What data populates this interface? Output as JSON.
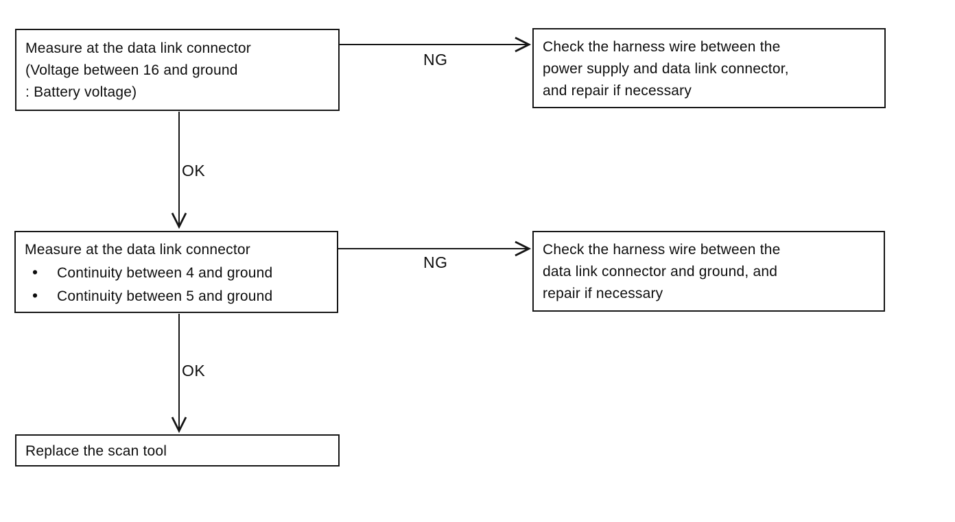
{
  "diagram": {
    "type": "flowchart",
    "background_color": "#ffffff",
    "line_color": "#151515",
    "nodes": {
      "measure_voltage": {
        "line1": "Measure at the data link connector",
        "line2": "(Voltage between 16 and ground",
        "line3": ": Battery voltage)"
      },
      "check_power_harness": {
        "line1": "Check the harness wire between the",
        "line2": "power supply and data link connector,",
        "line3": "and repair if necessary"
      },
      "measure_continuity": {
        "line1": "Measure at the data link connector",
        "bullet": "•",
        "bullet1": "Continuity between 4 and ground",
        "bullet2": "Continuity between 5 and ground"
      },
      "check_ground_harness": {
        "line1": "Check the harness wire between the",
        "line2": "data link connector and ground, and",
        "line3": "repair if necessary"
      },
      "replace_scan_tool": {
        "line1": "Replace the scan tool"
      }
    },
    "edge_labels": {
      "ng1": "NG",
      "ok1": "OK",
      "ng2": "NG",
      "ok2": "OK"
    }
  }
}
